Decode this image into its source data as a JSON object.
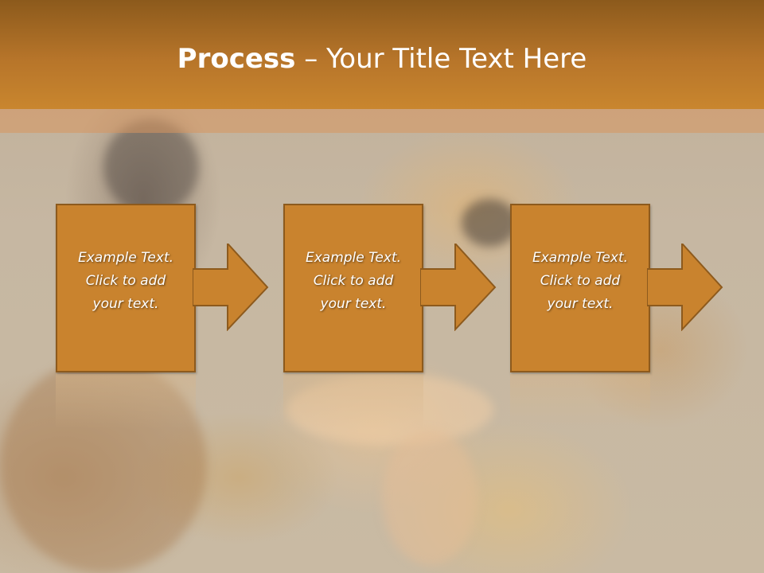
{
  "slide": {
    "title_bold": "Process",
    "title_separator": " – ",
    "title_rest": "Your Title Text Here"
  },
  "steps": [
    {
      "line1": "Example Text.",
      "line2": "Click  to add",
      "line3": "your text."
    },
    {
      "line1": "Example Text.",
      "line2": "Click  to add",
      "line3": "your text."
    },
    {
      "line1": "Example Text.",
      "line2": "Click  to add",
      "line3": "your text."
    }
  ],
  "colors": {
    "header": "#b7752a",
    "box_fill": "#c9832e",
    "box_border": "#8d5a1d",
    "text": "#ffffff"
  },
  "icons": {
    "connector": "right-arrow-icon"
  }
}
